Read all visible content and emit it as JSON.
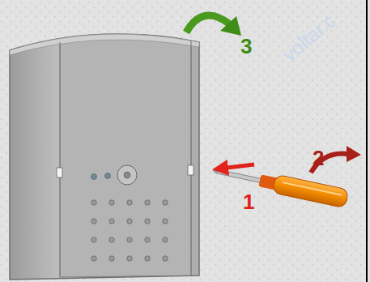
{
  "diagram": {
    "labels": [
      "3",
      "2",
      "1",
      "voltar.c"
    ]
  }
}
